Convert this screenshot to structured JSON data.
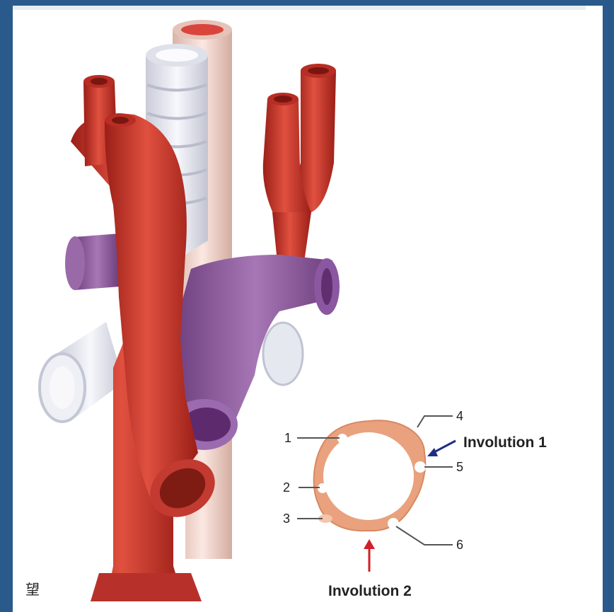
{
  "diagram": {
    "ring_labels": {
      "n1": "1",
      "n2": "2",
      "n3": "3",
      "n4": "4",
      "n5": "5",
      "n6": "6"
    },
    "involution_1": "Involution 1",
    "involution_2": "Involution 2",
    "corner_mark": "望",
    "colors": {
      "artery": "#c8342a",
      "vein": "#8e5a9c",
      "trachea": "#e6e8f0",
      "esophagus": "#f0d6cc",
      "ring": "#e9a27d",
      "arrow_involution_1": "#1f2f80",
      "arrow_involution_2": "#d0202a",
      "background_border": "#2a5a8c"
    }
  }
}
